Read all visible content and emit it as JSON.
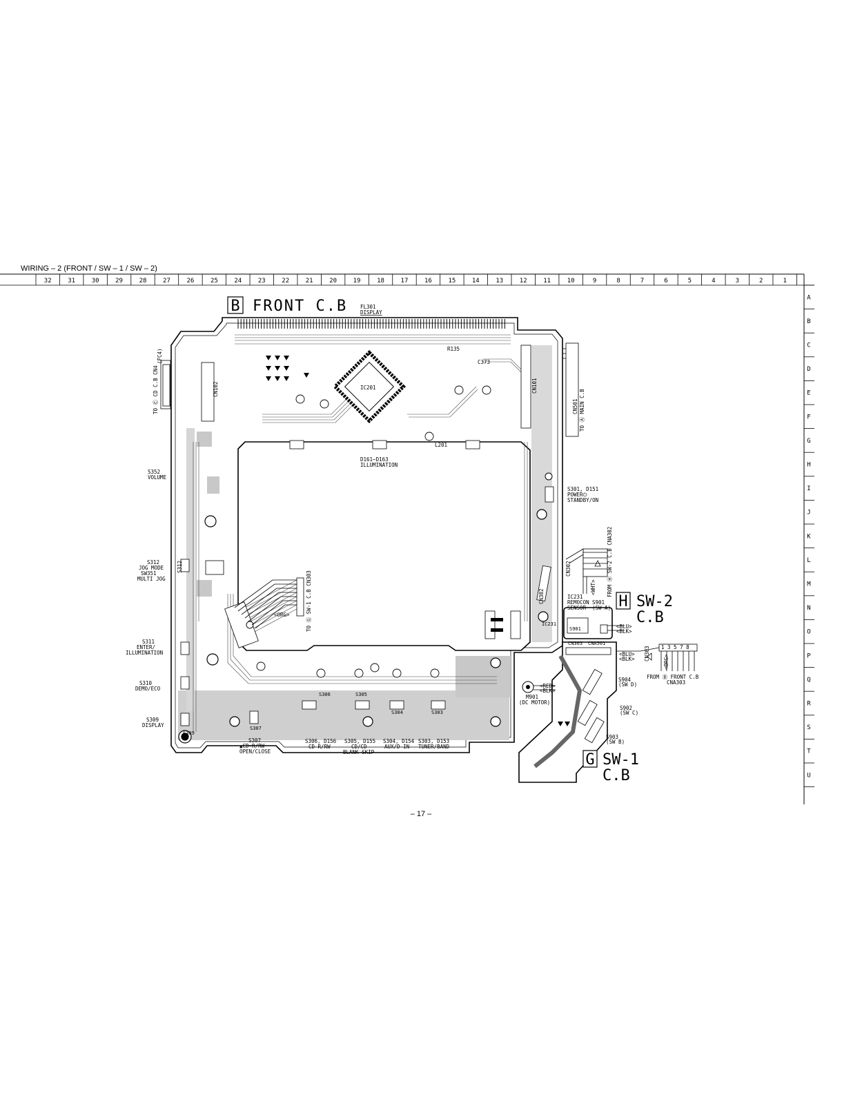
{
  "page": {
    "title": "WIRING – 2  (FRONT / SW – 1 / SW – 2)",
    "page_number": "– 17 –"
  },
  "grid": {
    "columns": [
      "32",
      "31",
      "30",
      "29",
      "28",
      "27",
      "26",
      "25",
      "24",
      "23",
      "22",
      "21",
      "20",
      "19",
      "18",
      "17",
      "16",
      "15",
      "14",
      "13",
      "12",
      "11",
      "10",
      "9",
      "8",
      "7",
      "6",
      "5",
      "4",
      "3",
      "2",
      "1"
    ],
    "rows": [
      "A",
      "B",
      "C",
      "D",
      "E",
      "F",
      "G",
      "H",
      "I",
      "J",
      "K",
      "L",
      "M",
      "N",
      "O",
      "P",
      "Q",
      "R",
      "S",
      "T",
      "U"
    ]
  },
  "boards": {
    "front": {
      "letter": "B",
      "name": "FRONT C.B"
    },
    "sw2": {
      "letter": "H",
      "name_line1": "SW-2",
      "name_line2": "C.B"
    },
    "sw1": {
      "letter": "G",
      "name_line1": "SW-1",
      "name_line2": "C.B"
    }
  },
  "labels": {
    "fl301": "FL301",
    "display_top": "DISPLAY",
    "ic201": "IC201",
    "r135": "R135",
    "c373": "C373",
    "l201": "L201",
    "cn101": "CN101",
    "cn102": "CN102",
    "to_main": "TO Ⓐ MAIN C.B",
    "cn501": "CN501",
    "to_cd": "TO Ⓒ CD C.B CN4",
    "fc4": "(FC4)",
    "illum_ref": "D161~D163",
    "illumination": "ILLUMINATION",
    "s352": "S352",
    "volume": "VOLUME",
    "s301_d151": "S301, D151",
    "power_line1": "POWER⏻",
    "power_line2": "STANDBY/ON",
    "cn302": "CN302",
    "from_sw2_cna302": "FROM Ⓗ SW-2 C.B CNA302",
    "wht": "<WHT>",
    "s312": "S312",
    "jog_mode": "JOG MODE",
    "sw351": "SW351",
    "multi_jog": "MULTI JOG",
    "to_sw1_cn303": "TO Ⓖ SW-1 C.B CN303",
    "org": "<ORG>",
    "ic231": "IC231",
    "remocon_line1": "REMOCON",
    "remocon_line2": "SENSOR",
    "s901_sw_a_line1": "S901",
    "s901_sw_a_line2": "(SW A)",
    "blu": "<BLU>",
    "blk": "<BLK>",
    "s311": "S311",
    "enter_line1": "ENTER/",
    "enter_line2": "ILLUMINATION",
    "cn303": "CN303",
    "cn_pins": "1 3 5 7 8",
    "from_front_line1": "FROM Ⓑ FRONT C.B",
    "from_front_line2": "CNA303",
    "s310": "S310",
    "demo_eco": "DEMO/ECO",
    "red": "<RED>",
    "m901": "M901",
    "dc_motor": "(DC MOTOR)",
    "s904": "S904",
    "sw_d": "(SW D)",
    "s902": "S902",
    "sw_c": "(SW C)",
    "s903": "S903",
    "sw_b": "(SW B)",
    "s309": "S309",
    "display_bottom": "DISPLAY",
    "s307": "S307",
    "open_line1": "▲CD-R/RW",
    "open_line2": "OPEN/CLOSE",
    "s306_ref": "S306, D156",
    "cdr_rw": "CD-R/RW",
    "s305_ref": "S305, D155",
    "cd_cd": "CD/CD",
    "blank_skip": "BLANK SKIP",
    "s304_ref": "S304, D154",
    "aux_d_in": "AUX/D-IN",
    "s303_ref": "S303, D153",
    "tuner_band": "TUNER/BAND"
  }
}
